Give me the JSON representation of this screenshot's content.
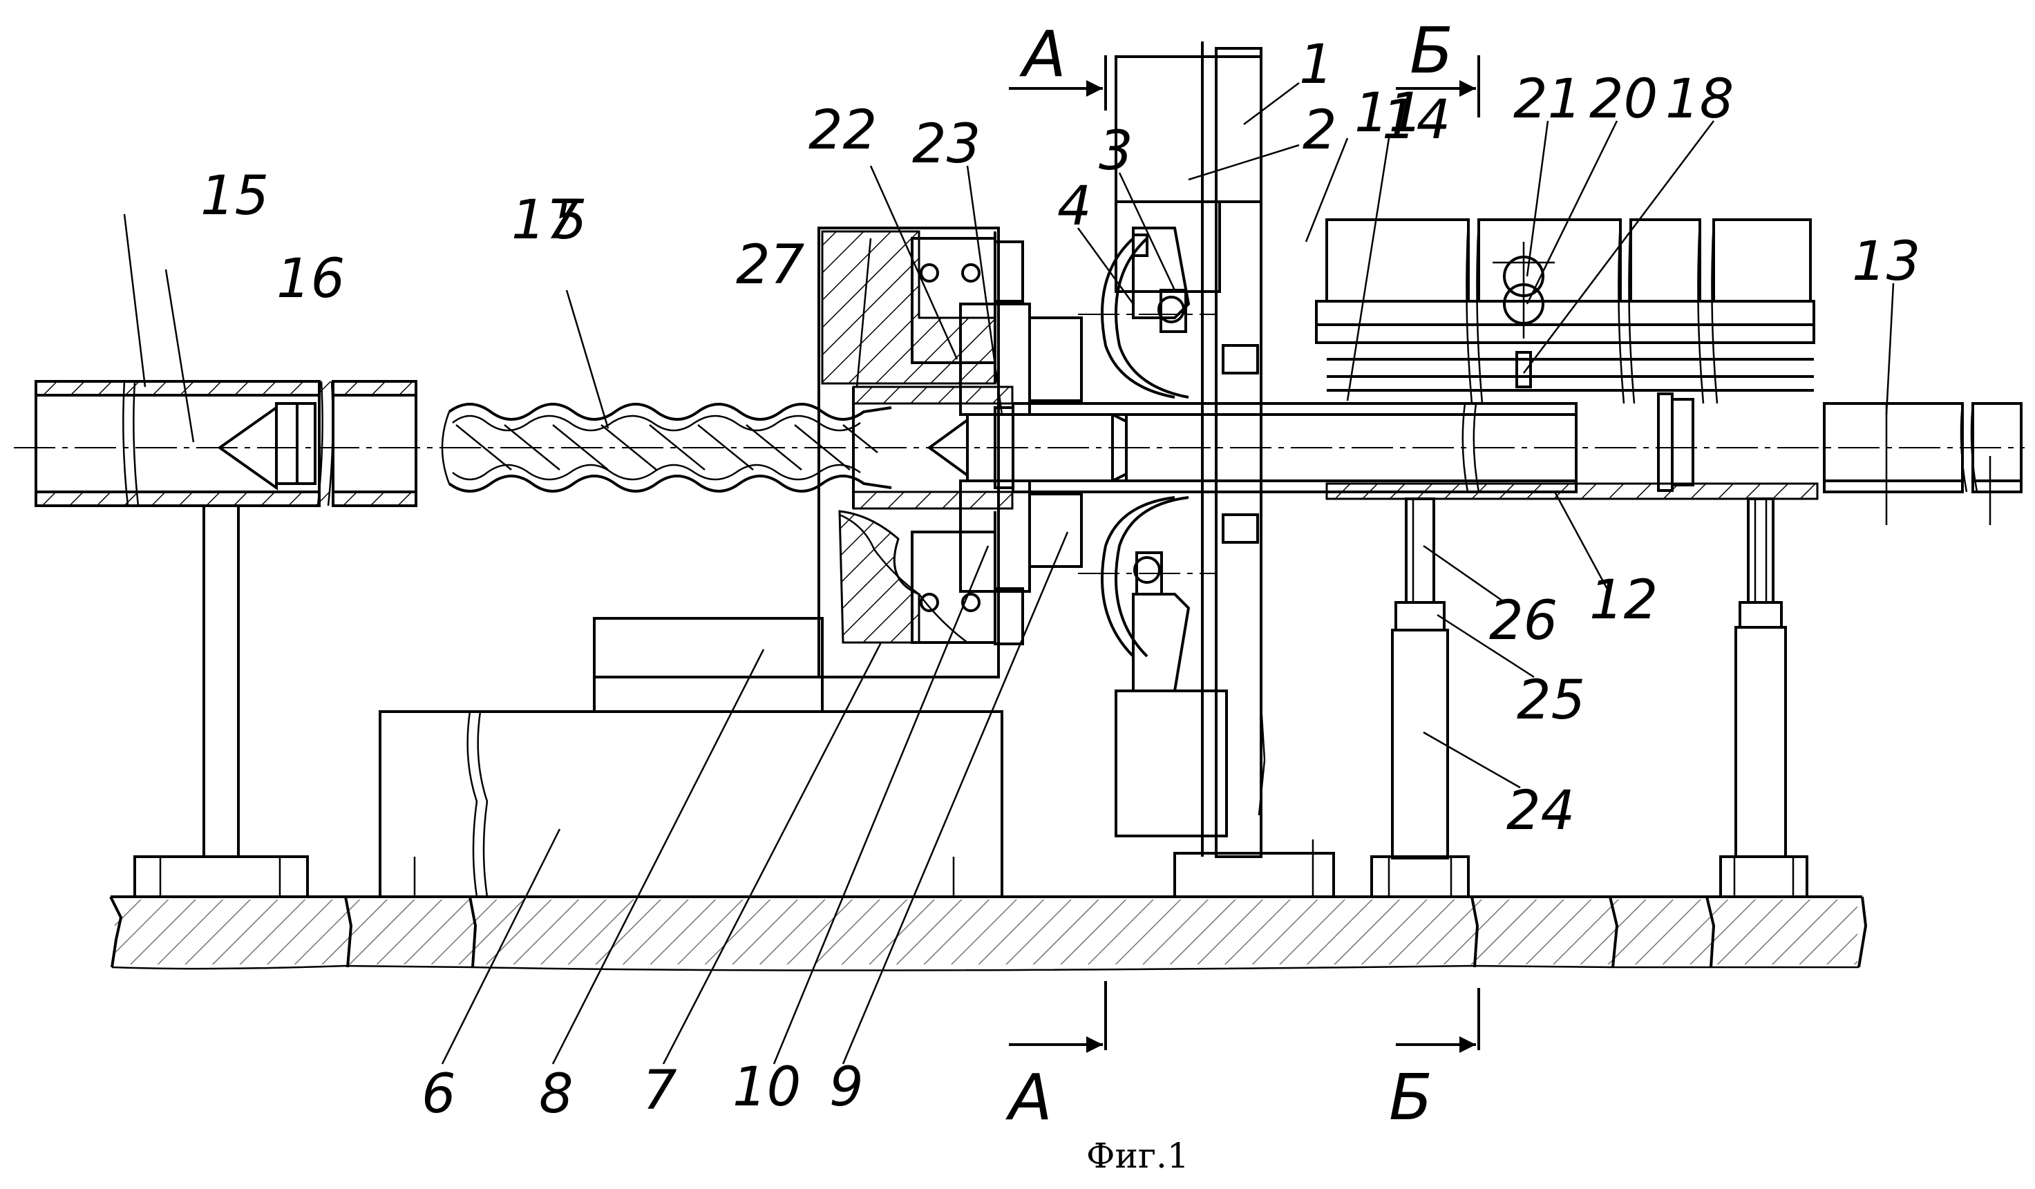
{
  "figure": {
    "caption": "Фиг.1",
    "section_marks": {
      "a": "А",
      "b": "Б"
    },
    "labels": [
      {
        "id": "1",
        "text": "1"
      },
      {
        "id": "2",
        "text": "2"
      },
      {
        "id": "3",
        "text": "3"
      },
      {
        "id": "4",
        "text": "4"
      },
      {
        "id": "5",
        "text": "5"
      },
      {
        "id": "6",
        "text": "6"
      },
      {
        "id": "7",
        "text": "7"
      },
      {
        "id": "8",
        "text": "8"
      },
      {
        "id": "9",
        "text": "9"
      },
      {
        "id": "10",
        "text": "10"
      },
      {
        "id": "11",
        "text": "11"
      },
      {
        "id": "12",
        "text": "12"
      },
      {
        "id": "13",
        "text": "13"
      },
      {
        "id": "14",
        "text": "14"
      },
      {
        "id": "15",
        "text": "15"
      },
      {
        "id": "16",
        "text": "16"
      },
      {
        "id": "17",
        "text": "17"
      },
      {
        "id": "18",
        "text": "18"
      },
      {
        "id": "20",
        "text": "20"
      },
      {
        "id": "21",
        "text": "21"
      },
      {
        "id": "22",
        "text": "22"
      },
      {
        "id": "23",
        "text": "23"
      },
      {
        "id": "24",
        "text": "24"
      },
      {
        "id": "25",
        "text": "25"
      },
      {
        "id": "26",
        "text": "26"
      },
      {
        "id": "27",
        "text": "27"
      }
    ]
  }
}
